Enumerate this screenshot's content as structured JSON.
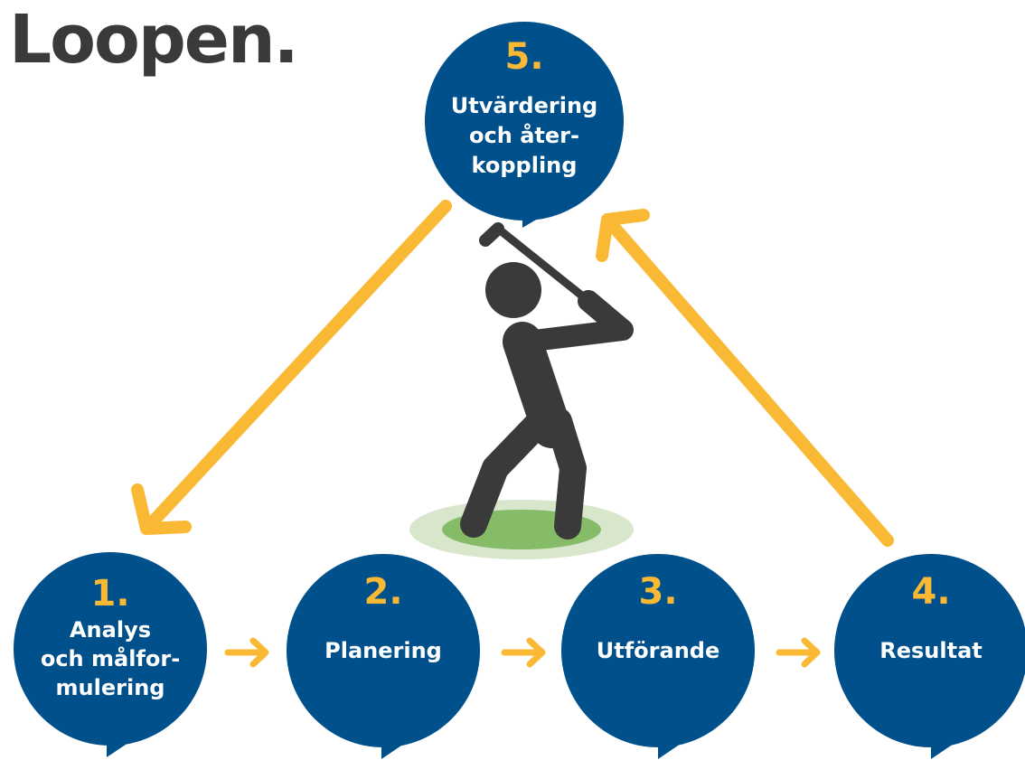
{
  "logo": {
    "text": "Loopen."
  },
  "colors": {
    "bubble": "#00508c",
    "number": "#f9b934",
    "arrow": "#f9b934",
    "label": "#ffffff",
    "figure": "#3a3a3a",
    "ground_outer": "#d8e6cc",
    "ground_inner": "#86bb68"
  },
  "steps": [
    {
      "number": "1.",
      "lines": [
        "Analys",
        "och målfor-",
        "mulering"
      ]
    },
    {
      "number": "2.",
      "lines": [
        "Planering"
      ]
    },
    {
      "number": "3.",
      "lines": [
        "Utförande"
      ]
    },
    {
      "number": "4.",
      "lines": [
        "Resultat"
      ]
    },
    {
      "number": "5.",
      "lines": [
        "Utvärdering",
        "och åter-",
        "koppling"
      ]
    }
  ],
  "figure": {
    "icon": "golfer-icon"
  }
}
